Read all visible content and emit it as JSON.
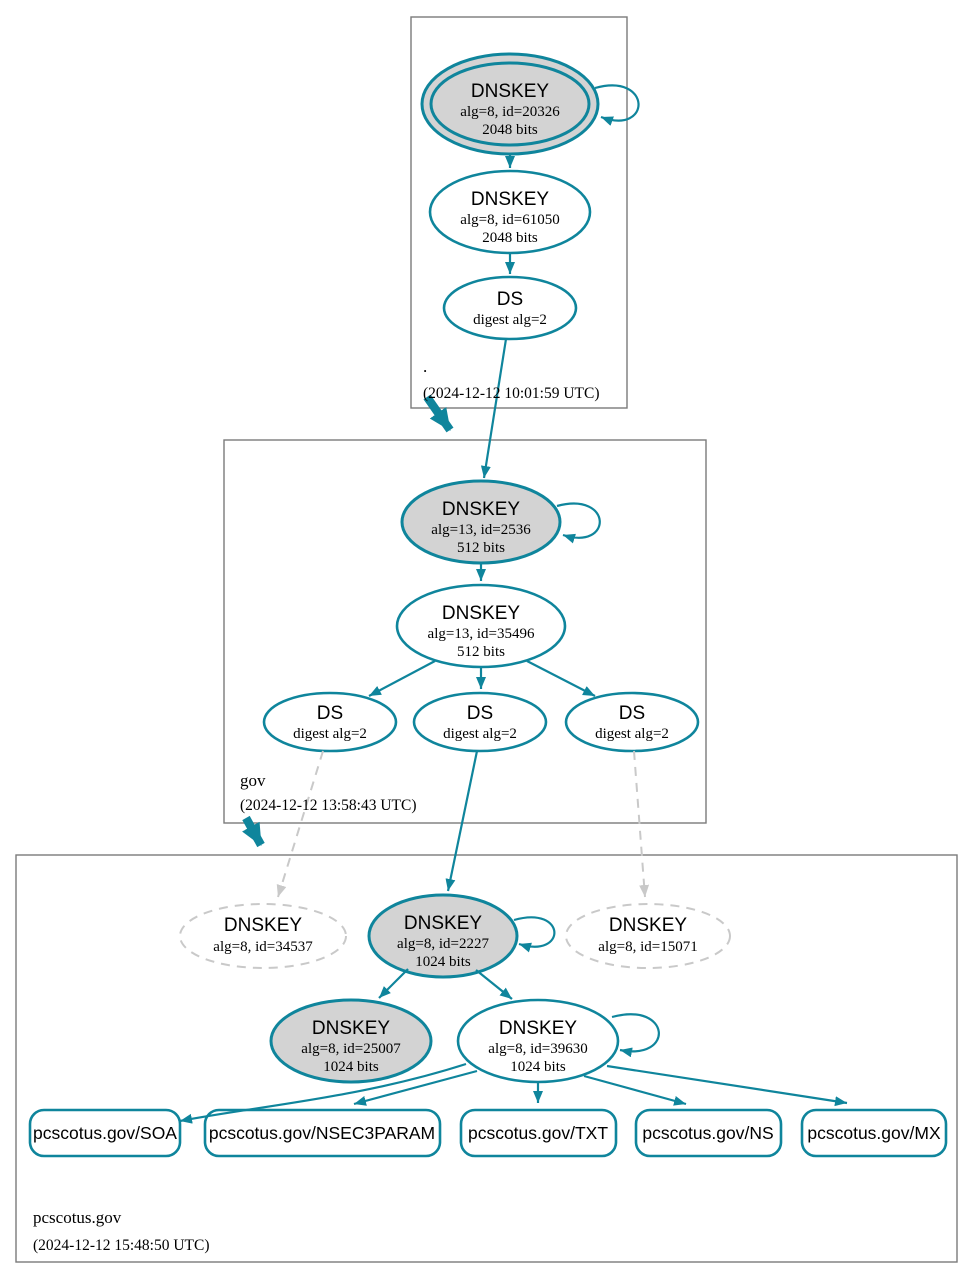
{
  "diagram": {
    "type": "dnssec-authentication-chain",
    "colors": {
      "secure_accent": "#0f859c",
      "key_fill_gray": "#d3d3d3",
      "dashed_gray": "#c9c9c9",
      "zone_box_border": "#7b7b7b"
    },
    "zones": {
      "root": {
        "name": ".",
        "timestamp": "(2024-12-12 10:01:59 UTC)"
      },
      "gov": {
        "name": "gov",
        "timestamp": "(2024-12-12 13:58:43 UTC)"
      },
      "pcscotus": {
        "name": "pcscotus.gov",
        "timestamp": "(2024-12-12 15:48:50 UTC)"
      }
    },
    "nodes": {
      "root_ksk": {
        "title": "DNSKEY",
        "detail": "alg=8, id=20326",
        "bits": "2048 bits"
      },
      "root_zsk": {
        "title": "DNSKEY",
        "detail": "alg=8, id=61050",
        "bits": "2048 bits"
      },
      "root_ds": {
        "title": "DS",
        "detail": "digest alg=2"
      },
      "gov_ksk": {
        "title": "DNSKEY",
        "detail": "alg=13, id=2536",
        "bits": "512 bits"
      },
      "gov_zsk": {
        "title": "DNSKEY",
        "detail": "alg=13, id=35496",
        "bits": "512 bits"
      },
      "gov_ds_left": {
        "title": "DS",
        "detail": "digest alg=2"
      },
      "gov_ds_mid": {
        "title": "DS",
        "detail": "digest alg=2"
      },
      "gov_ds_right": {
        "title": "DS",
        "detail": "digest alg=2"
      },
      "pcs_dnskey_34537": {
        "title": "DNSKEY",
        "detail": "alg=8, id=34537"
      },
      "pcs_ksk_2227": {
        "title": "DNSKEY",
        "detail": "alg=8, id=2227",
        "bits": "1024 bits"
      },
      "pcs_dnskey_15071": {
        "title": "DNSKEY",
        "detail": "alg=8, id=15071"
      },
      "pcs_dnskey_25007": {
        "title": "DNSKEY",
        "detail": "alg=8, id=25007",
        "bits": "1024 bits"
      },
      "pcs_zsk_39630": {
        "title": "DNSKEY",
        "detail": "alg=8, id=39630",
        "bits": "1024 bits"
      }
    },
    "rrsets": [
      {
        "label": "pcscotus.gov/SOA"
      },
      {
        "label": "pcscotus.gov/NSEC3PARAM"
      },
      {
        "label": "pcscotus.gov/TXT"
      },
      {
        "label": "pcscotus.gov/NS"
      },
      {
        "label": "pcscotus.gov/MX"
      }
    ]
  }
}
